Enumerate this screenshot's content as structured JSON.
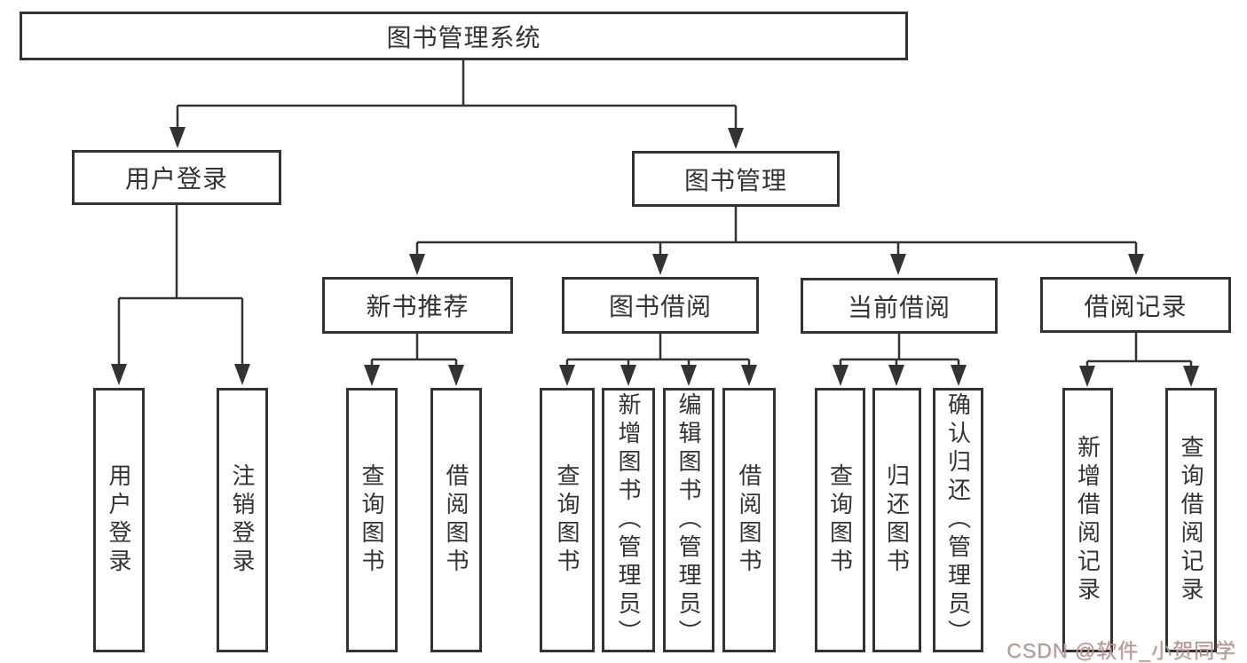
{
  "diagram_title": "图书管理系统",
  "nodes": {
    "root": {
      "label": "图书管理系统"
    },
    "user_login": {
      "label": "用户登录"
    },
    "book_management": {
      "label": "图书管理"
    },
    "new_book_recommend": {
      "label": "新书推荐"
    },
    "book_borrow": {
      "label": "图书借阅"
    },
    "current_borrow": {
      "label": "当前借阅"
    },
    "borrow_records": {
      "label": "借阅记录"
    },
    "leaf_user_login": {
      "label": "用户登录"
    },
    "leaf_logout": {
      "label": "注销登录"
    },
    "leaf_query_book_a": {
      "label": "查询图书"
    },
    "leaf_borrow_book_a": {
      "label": "借阅图书"
    },
    "leaf_query_book_b": {
      "label": "查询图书"
    },
    "leaf_add_book": {
      "label": "新增图书（管理员）"
    },
    "leaf_edit_book": {
      "label": "编辑图书（管理员）"
    },
    "leaf_borrow_book_b": {
      "label": "借阅图书"
    },
    "leaf_query_book_c": {
      "label": "查询图书"
    },
    "leaf_return_book": {
      "label": "归还图书"
    },
    "leaf_confirm_return": {
      "label": "确认归还（管理员）"
    },
    "leaf_add_record": {
      "label": "新增借阅记录"
    },
    "leaf_query_record": {
      "label": "查询借阅记录"
    }
  },
  "watermark": "CSDN @软件_小贺同学",
  "colors": {
    "line": "#333333",
    "text": "#333333",
    "box_background": "#ffffff",
    "watermark_gray": "#a39d9d",
    "watermark_tint": "#fc5531"
  }
}
